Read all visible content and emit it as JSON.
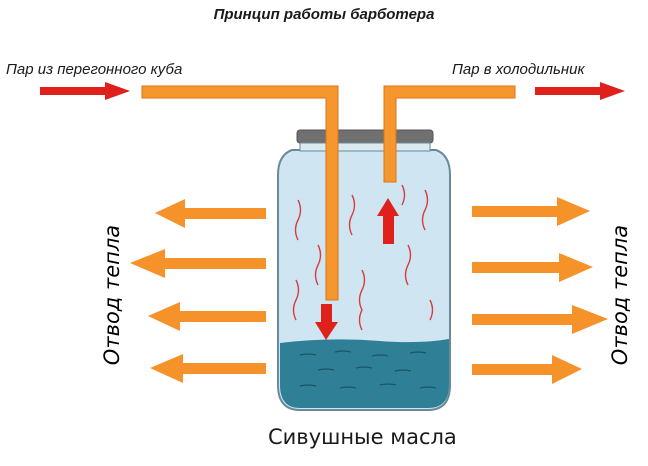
{
  "title": "Принцип работы барботера",
  "labels": {
    "inlet": "Пар из перегонного куба",
    "outlet": "Пар в холодильник",
    "heat_left": "Отвод тепла",
    "heat_right": "Отвод тепла",
    "bottom": "Сивушные масла"
  },
  "colors": {
    "pipe": "#f5962e",
    "pipe_edge": "#d9761a",
    "steam_arrow": "#e0201a",
    "heat_arrow": "#f5922a",
    "jar_glass": "#cfe6f2",
    "jar_outline": "#6a8a9a",
    "liquid": "#2f7f97",
    "lid": "#707070"
  },
  "icons": [
    "arrow-right-icon",
    "arrow-left-icon",
    "arrow-up-icon",
    "arrow-down-icon"
  ]
}
